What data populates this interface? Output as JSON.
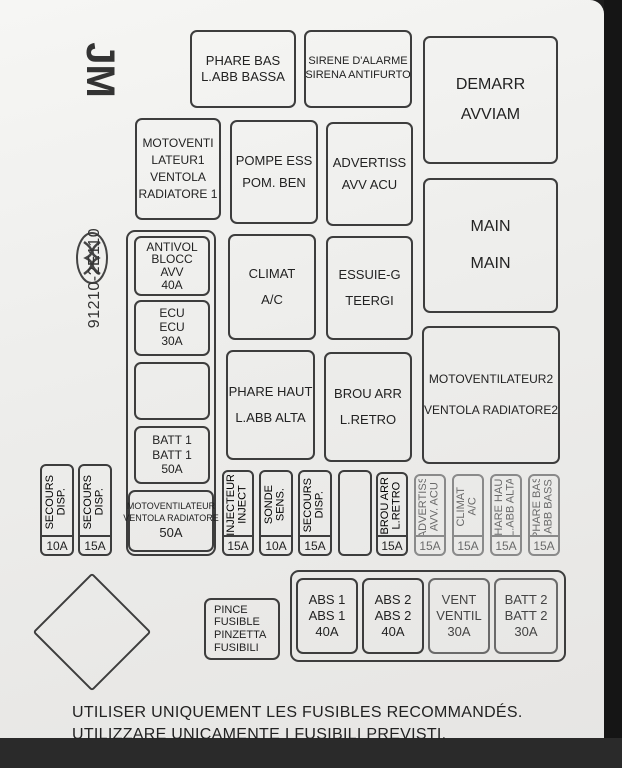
{
  "header": {
    "model_code": "JM",
    "part_number": "91210-2E110",
    "logo_icon": "hyundai-logo-icon"
  },
  "relays": {
    "phare_bas": [
      "PHARE BAS",
      "L.ABB BASSA"
    ],
    "sirene": [
      "SIRENE D'ALARME",
      "SIRENA ANTIFURTO"
    ],
    "demarr": [
      "DEMARR",
      "AVVIAM"
    ],
    "motoventi1": [
      "MOTOVENTI",
      "LATEUR1",
      "VENTOLA",
      "RADIATORE 1"
    ],
    "pompe": [
      "POMPE ESS",
      "POM. BEN"
    ],
    "advertiss": [
      "ADVERTISS",
      "AVV ACU"
    ],
    "main": [
      "MAIN",
      "MAIN"
    ],
    "climat": [
      "CLIMAT",
      "A/C"
    ],
    "essuie": [
      "ESSUIE-G",
      "TEERGI"
    ],
    "motoventi2": [
      "MOTOVENTILATEUR2",
      "VENTOLA RADIATORE2"
    ],
    "phare_haut": [
      "PHARE HAUT",
      "L.ABB ALTA"
    ],
    "brou_arr": [
      "BROU ARR",
      "L.RETRO"
    ]
  },
  "left_fuses": {
    "antivol": [
      "ANTIVOL",
      "BLOCC",
      "AVV",
      "40A"
    ],
    "ecu": [
      "ECU",
      "ECU",
      "30A"
    ],
    "batt1": [
      "BATT 1",
      "BATT 1",
      "50A"
    ],
    "motoventilateur": [
      "MOTOVENTILATEUR",
      "VENTOLA RADIATORE",
      "50A"
    ]
  },
  "mini_fuses": [
    {
      "lines": [
        "SECOURS",
        "DISP."
      ],
      "amp": "10A"
    },
    {
      "lines": [
        "SECOURS",
        "DISP."
      ],
      "amp": "15A"
    },
    {
      "lines": [
        "INJECTEUR",
        "INJECT"
      ],
      "amp": "15A"
    },
    {
      "lines": [
        "SONDE",
        "SENS."
      ],
      "amp": "10A"
    },
    {
      "lines": [
        "SECOURS",
        "DISP."
      ],
      "amp": "15A"
    },
    {
      "lines": [],
      "amp": ""
    },
    {
      "lines": [
        "BROU ARR",
        "L.RETRO"
      ],
      "amp": "15A"
    },
    {
      "lines": [
        "ADVERTISS",
        "AVV. ACU"
      ],
      "amp": "15A"
    },
    {
      "lines": [
        "CLIMAT",
        "A/C"
      ],
      "amp": "15A"
    },
    {
      "lines": [
        "PHARE HAUT",
        "L.ABB ALTA"
      ],
      "amp": "15A"
    },
    {
      "lines": [
        "PHARE BAS",
        "L.ABB BASSA"
      ],
      "amp": "15A"
    }
  ],
  "pince": [
    "PINCE",
    "FUSIBLE",
    "PINZETTA",
    "FUSIBILI"
  ],
  "bottom_fuses": {
    "abs1": [
      "ABS 1",
      "ABS 1",
      "40A"
    ],
    "abs2": [
      "ABS 2",
      "ABS 2",
      "40A"
    ],
    "vent": [
      "VENT",
      "VENTIL",
      "30A"
    ],
    "batt2": [
      "BATT 2",
      "BATT 2",
      "30A"
    ]
  },
  "footer": {
    "line1": "UTILISER UNIQUEMENT LES FUSIBLES RECOMMANDÉS.",
    "line2": "UTILIZZARE UNICAMENTE I FUSIBILI PREVISTI."
  }
}
